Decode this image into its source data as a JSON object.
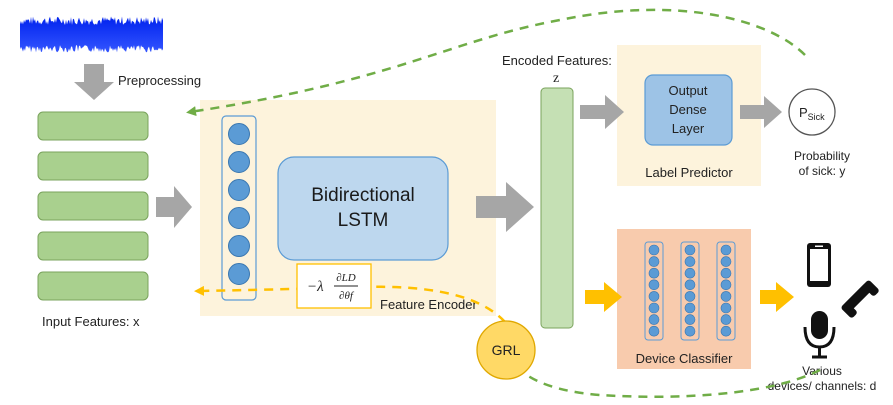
{
  "preprocessing_label": "Preprocessing",
  "input_features_label": "Input Features: x",
  "encoded_features_label": "Encoded Features:",
  "encoded_features_var": "z",
  "bilstm_line1": "Bidirectional",
  "bilstm_line2": "LSTM",
  "feature_encoder_label": "Feature Encoder",
  "output_layer_line1": "Output",
  "output_layer_line2": "Dense",
  "output_layer_line3": "Layer",
  "label_predictor_label": "Label Predictor",
  "p_sick_main": "P",
  "p_sick_sub": "Sick",
  "probability_line1": "Probability",
  "probability_line2": "of sick: y",
  "grl_label": "GRL",
  "grl_formula_prefix": "−λ",
  "grl_formula_numerator": "∂LD",
  "grl_formula_denominator": "∂θf",
  "device_classifier_label": "Device Classifier",
  "devices_line1": "Various",
  "devices_line2": "devices/ channels: d",
  "colors": {
    "input_box": "#a9d08e",
    "encoder_bg": "#fdf3dc",
    "lstm_fill": "#bdd7ee",
    "node_fill": "#5b9bd5",
    "encoded_bar": "#c5e0b4",
    "output_fill": "#9dc3e6",
    "classifier_bg": "#f8cbad",
    "grl_fill": "#ffd966",
    "green_dash": "#70ad47",
    "yellow_arrow": "#ffc000",
    "grey_arrow": "#a6a6a6",
    "waveform": "#0033ff"
  },
  "icons": [
    "waveform-icon",
    "smartphone-icon",
    "telephone-icon",
    "microphone-icon"
  ]
}
